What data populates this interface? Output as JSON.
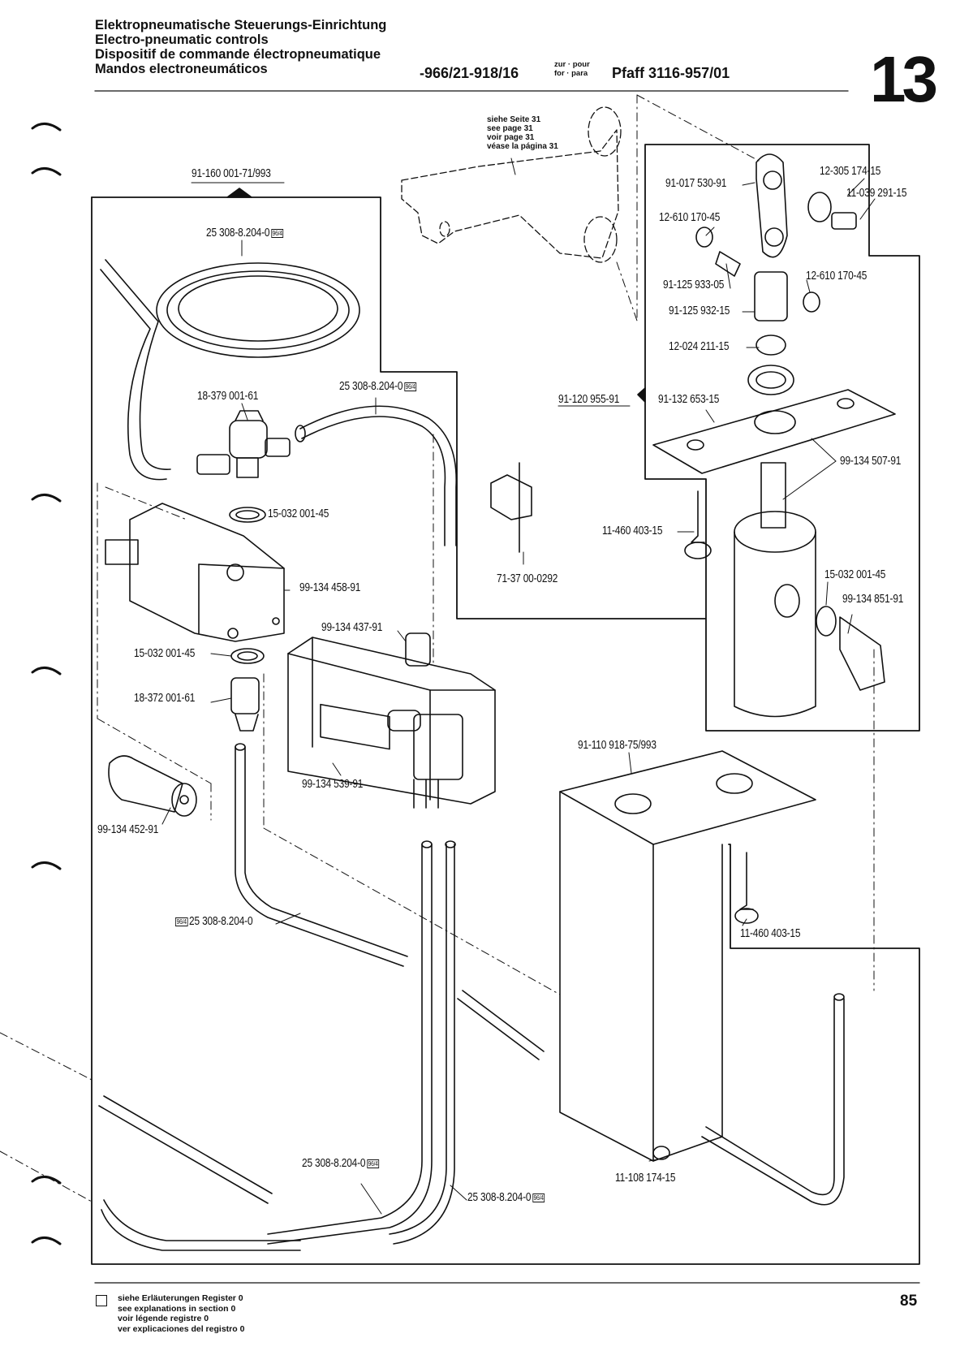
{
  "header": {
    "title_de": "Elektropneumatische Steuerungs-Einrichtung",
    "title_en": "Electro-pneumatic controls",
    "title_fr": "Dispositif de commande électropneumatique",
    "title_es": "Mandos electroneumáticos",
    "code": "-966/21-918/16",
    "for_de_fr": "zur · pour",
    "for_en_es": "for · para",
    "model": "Pfaff 3116-957/01",
    "section_number": "13"
  },
  "see_page": {
    "line1": "siehe Seite 31",
    "line2": "see page 31",
    "line3": "voir page 31",
    "line4": "véase la página 31"
  },
  "parts": {
    "assembly_left": "91-160 001-71/993",
    "tube_top": "25 308-8.204-0",
    "tube_middle": "25 308-8.204-0",
    "tee_fitting": "18-379 001-61",
    "washer_upper": "15-032 001-45",
    "solenoid": "99-134 458-91",
    "knob": "99-134 437-91",
    "washer_lower": "15-032 001-45",
    "fitting_lower": "18-372 001-61",
    "valve": "99-134 539-91",
    "silencer": "99-134 452-91",
    "tube_lower_left": "25 308-8.204-0",
    "tube_bottom_a": "25 308-8.204-0",
    "tube_bottom_b": "25 308-8.204-0",
    "link": "91-017 530-91",
    "screw_link": "12-305 174-15",
    "bolt": "11-039 291-15",
    "retaining_ring_a": "12-610 170-45",
    "pin": "91-125 933-05",
    "retaining_ring_b": "12-610 170-45",
    "clevis": "91-125 932-15",
    "nut": "12-024 211-15",
    "assembly_right": "91-120 955-91",
    "plate": "91-132 653-15",
    "cylinder": "99-134 507-91",
    "wood_screw_upper": "11-460 403-15",
    "tube_holder": "71-37 00-0292",
    "washer_cyl": "15-032 001-45",
    "elbow": "99-134 851-91",
    "bracket": "91-110 918-75/993",
    "wood_screw_lower": "11-460 403-15",
    "screw_bottom": "11-108 174-15"
  },
  "ref_tag": "96/4",
  "footer": {
    "line1": "siehe Erläuterungen Register 0",
    "line2": "see explanations in section 0",
    "line3": "voir légende registre 0",
    "line4": "ver explicaciones del registro 0",
    "page_number": "85"
  }
}
